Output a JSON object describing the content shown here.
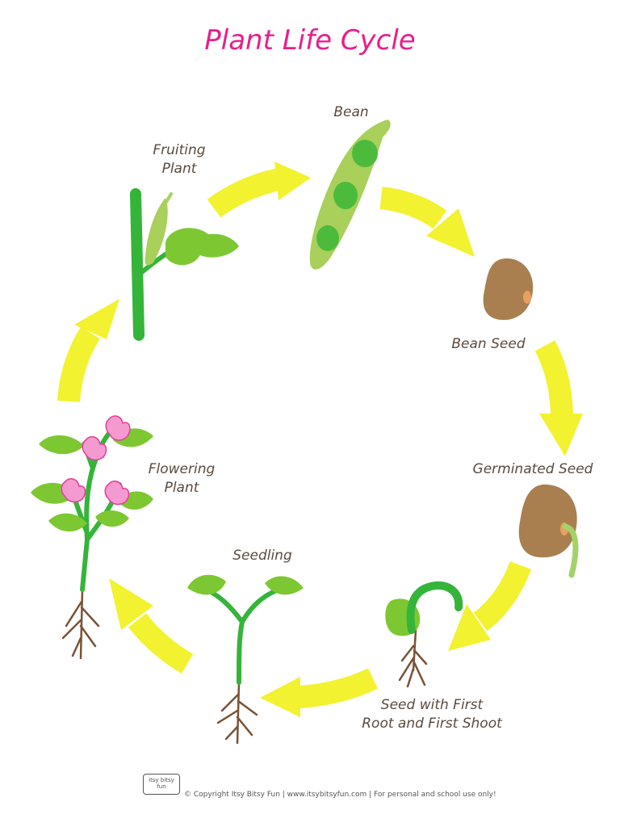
{
  "title": "Plant Life Cycle",
  "colors": {
    "title": "#e91e8c",
    "arrow": "#f2f230",
    "leaf": "#7dc832",
    "stem": "#35b43a",
    "pod": "#a8d05a",
    "pea": "#4cbb3c",
    "seed": "#a97f4f",
    "root": "#7a5236",
    "petal": "#f59ad0"
  },
  "stages": [
    {
      "label_lines": [
        "Bean"
      ]
    },
    {
      "label_lines": [
        "Bean Seed"
      ]
    },
    {
      "label_lines": [
        "Germinated Seed"
      ]
    },
    {
      "label_lines": [
        "Seed with First",
        "Root and First Shoot"
      ]
    },
    {
      "label_lines": [
        "Seedling"
      ]
    },
    {
      "label_lines": [
        "Flowering",
        "Plant"
      ]
    },
    {
      "label_lines": [
        "Fruiting",
        "Plant"
      ]
    }
  ],
  "footer": {
    "logo_text": "itsy bitsy fun",
    "copyright": "© Copyright Itsy Bitsy Fun | www.itsybitsyfun.com | For personal and school use only!"
  }
}
